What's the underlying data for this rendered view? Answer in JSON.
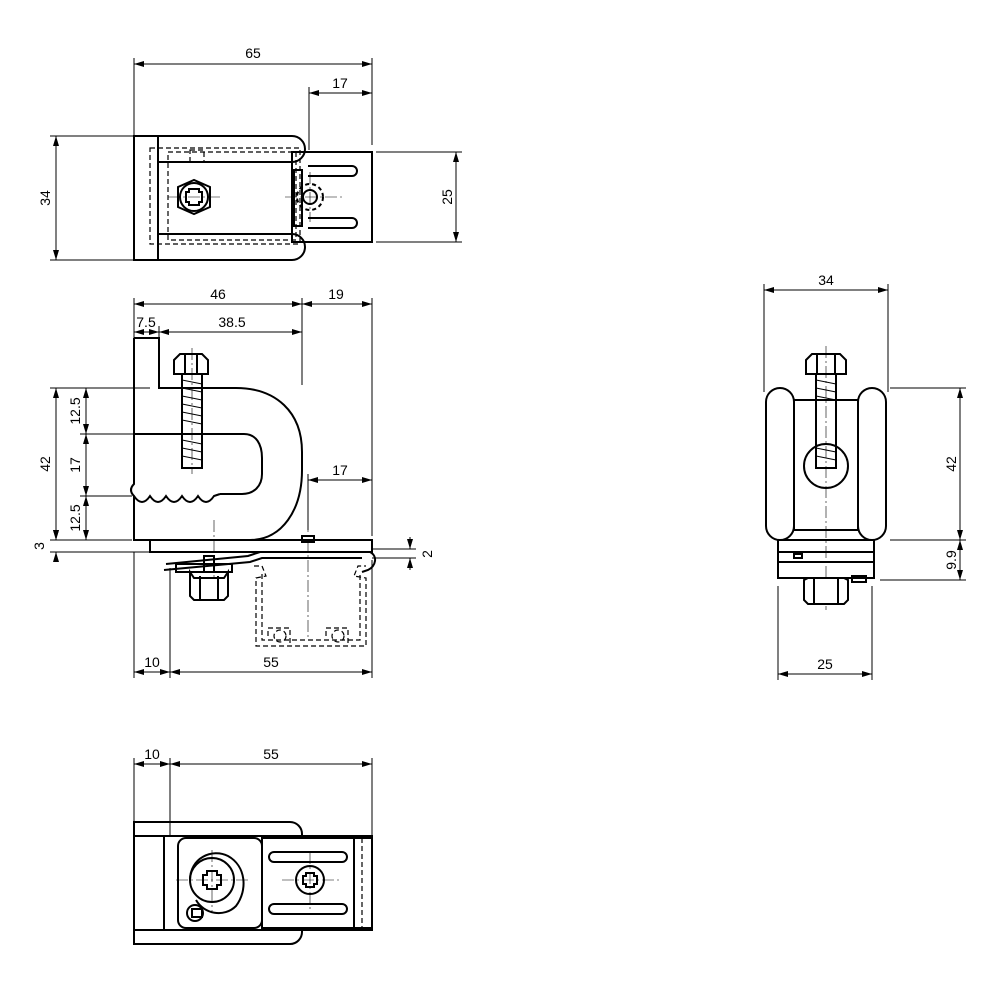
{
  "dimensions": {
    "top": {
      "width": "65",
      "slot": "17",
      "height": "34",
      "body": "25"
    },
    "front": {
      "width": "46",
      "ext": "19",
      "jaw_offset": "7.5",
      "throat": "38.5",
      "height": "42",
      "upper": "12.5",
      "mid": "17",
      "lower": "12.5",
      "right_ext": "17",
      "plate": "3",
      "thick": "2",
      "bottom_left": "10",
      "bottom_right": "55"
    },
    "side": {
      "top_width": "34",
      "height": "42",
      "base": "9.9",
      "bottom_width": "25"
    },
    "bottom": {
      "left": "10",
      "right": "55"
    }
  }
}
